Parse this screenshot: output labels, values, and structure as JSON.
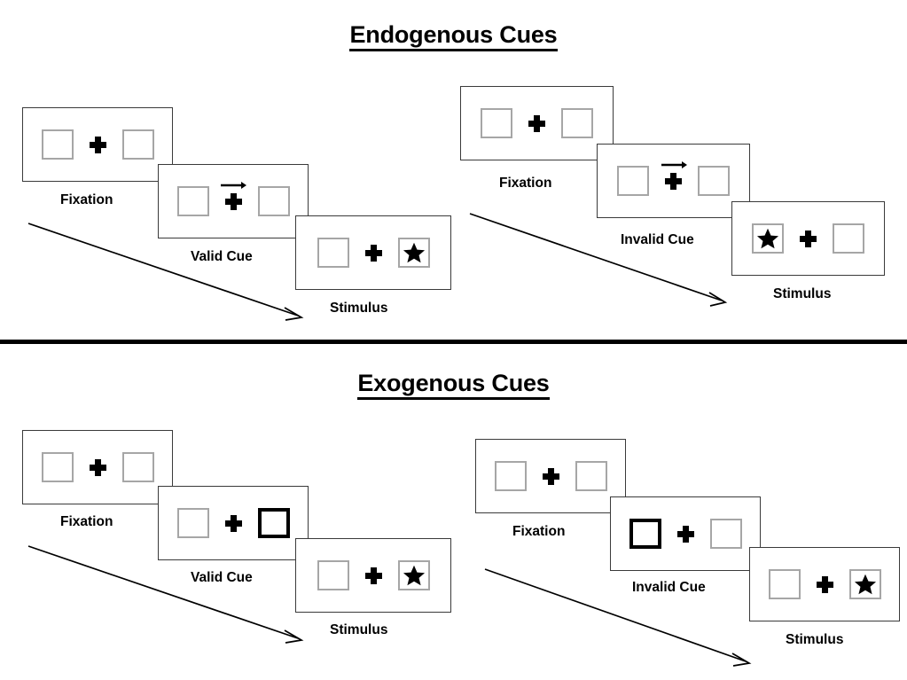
{
  "sections": [
    {
      "id": "endogenous",
      "title": "Endogenous Cues",
      "columns": [
        {
          "id": "endogenous-valid",
          "panels": [
            {
              "caption": "Fixation",
              "left_content": "empty",
              "right_content": "empty",
              "cue": "none",
              "arrow_cue": false
            },
            {
              "caption": "Valid Cue",
              "left_content": "empty",
              "right_content": "empty",
              "cue": "none",
              "arrow_cue": true
            },
            {
              "caption": "Stimulus",
              "left_content": "empty",
              "right_content": "star",
              "cue": "none",
              "arrow_cue": false
            }
          ]
        },
        {
          "id": "endogenous-invalid",
          "panels": [
            {
              "caption": "Fixation",
              "left_content": "empty",
              "right_content": "empty",
              "cue": "none",
              "arrow_cue": false
            },
            {
              "caption": "Invalid Cue",
              "left_content": "empty",
              "right_content": "empty",
              "cue": "none",
              "arrow_cue": true
            },
            {
              "caption": "Stimulus",
              "left_content": "star",
              "right_content": "empty",
              "cue": "none",
              "arrow_cue": false
            }
          ]
        }
      ]
    },
    {
      "id": "exogenous",
      "title": "Exogenous Cues",
      "columns": [
        {
          "id": "exogenous-valid",
          "panels": [
            {
              "caption": "Fixation",
              "left_content": "empty",
              "right_content": "empty",
              "cue": "none",
              "arrow_cue": false
            },
            {
              "caption": "Valid Cue",
              "left_content": "empty",
              "right_content": "empty",
              "cue": "right",
              "arrow_cue": false
            },
            {
              "caption": "Stimulus",
              "left_content": "empty",
              "right_content": "star",
              "cue": "none",
              "arrow_cue": false
            }
          ]
        },
        {
          "id": "exogenous-invalid",
          "panels": [
            {
              "caption": "Fixation",
              "left_content": "empty",
              "right_content": "empty",
              "cue": "none",
              "arrow_cue": false
            },
            {
              "caption": "Invalid Cue",
              "left_content": "empty",
              "right_content": "empty",
              "cue": "left",
              "arrow_cue": false
            },
            {
              "caption": "Stimulus",
              "left_content": "empty",
              "right_content": "star",
              "cue": "none",
              "arrow_cue": false
            }
          ]
        }
      ]
    }
  ],
  "colors": {
    "ink": "#000000",
    "panel_border": "#3a3a3a",
    "box_border": "#a6a6a6",
    "cued_box_border": "#000000",
    "background": "#ffffff"
  }
}
